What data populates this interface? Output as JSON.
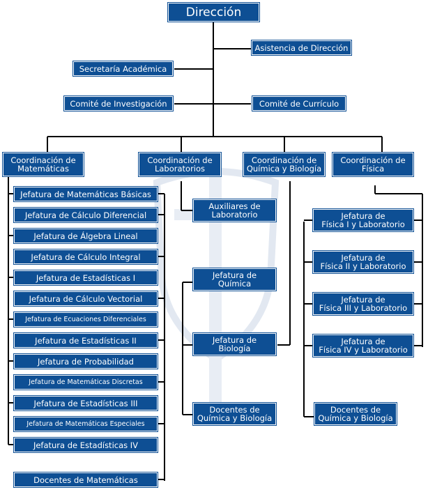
{
  "colors": {
    "box_fill": "#0e4f94",
    "box_text": "#ffffff",
    "line": "#000000",
    "watermark": "#dfe6ef"
  },
  "top": "Dirección",
  "staff": {
    "assistant": "Asistencia de Dirección",
    "secretary": "Secretaría Académica",
    "research": "Comité de Investigación",
    "curriculum": "Comité de Currículo"
  },
  "coordinations": {
    "math": "Coordinación de\nMatemáticas",
    "labs": "Coordinación de\nLaboratorios",
    "chem_bio": "Coordinación de\nQuímica y Biología",
    "physics": "Coordinación de\nFísica"
  },
  "math_units": [
    "Jefatura de Matemáticas Básicas",
    "Jefatura de Cálculo Diferencial",
    "Jefatura de Álgebra Lineal",
    "Jefatura de Cálculo Integral",
    "Jefatura de Estadísticas I",
    "Jefatura de Cálculo Vectorial",
    "Jefatura de Ecuaciones Diferenciales",
    "Jefatura de Estadísticas II",
    "Jefatura de Probabilidad",
    "Jefatura de Matemáticas Discretas",
    "Jefatura de Estadísticas III",
    "Jefatura de Matemáticas Especiales",
    "Jefatura de Estadísticas IV",
    "Docentes de Matemáticas"
  ],
  "labs_units": [
    "Auxiliares de\nLaboratorio"
  ],
  "chem_bio_units": [
    "Jefatura de\nQuímica",
    "Jefatura de\nBiología",
    "Docentes de\nQuímica y Biología"
  ],
  "physics_units": [
    "Jefatura de\nFísica I y Laboratorio",
    "Jefatura de\nFísica II y Laboratorio",
    "Jefatura de\nFísica III y Laboratorio",
    "Jefatura de\nFísica IV y Laboratorio",
    "Docentes de\nQuímica y Biología"
  ]
}
